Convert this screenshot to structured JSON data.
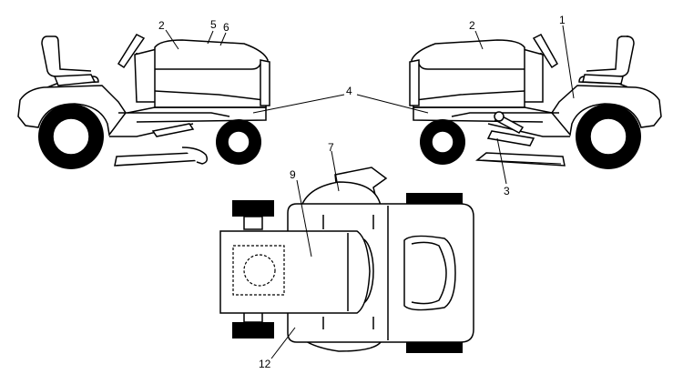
{
  "diagram": {
    "callouts": [
      {
        "id": "c2-left",
        "label": "2"
      },
      {
        "id": "c5",
        "label": "5"
      },
      {
        "id": "c6",
        "label": "6"
      },
      {
        "id": "c2-right",
        "label": "2"
      },
      {
        "id": "c1",
        "label": "1"
      },
      {
        "id": "c4",
        "label": "4"
      },
      {
        "id": "c3",
        "label": "3"
      },
      {
        "id": "c7",
        "label": "7"
      },
      {
        "id": "c9",
        "label": "9"
      },
      {
        "id": "c12",
        "label": "12"
      }
    ]
  }
}
